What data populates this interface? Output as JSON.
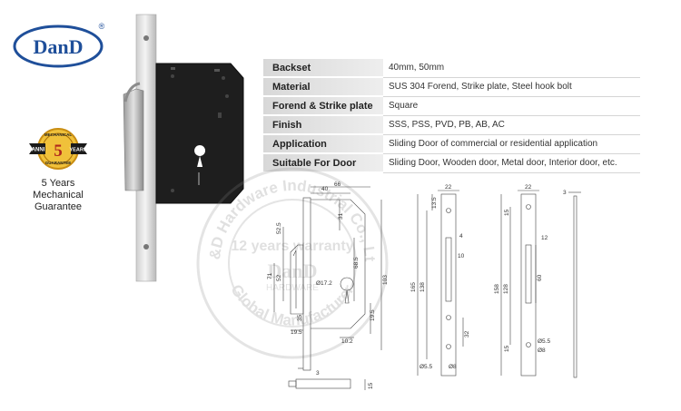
{
  "brand": {
    "logo_text": "DanD",
    "registered_mark": "®"
  },
  "badge": {
    "ribbon_left": "ANNI",
    "number": "5",
    "ribbon_right": "YEARS",
    "top_text": "MECHANICAL",
    "bottom_text": "GUARANTEE"
  },
  "guarantee": {
    "line1": "5 Years",
    "line2": "Mechanical",
    "line3": "Guarantee"
  },
  "specs": [
    {
      "label": "Backset",
      "value": "40mm, 50mm"
    },
    {
      "label": "Material",
      "value": "SUS 304 Forend, Strike plate, Steel hook bolt"
    },
    {
      "label": "Forend & Strike plate",
      "value": "Square"
    },
    {
      "label": "Finish",
      "value": "SSS, PSS, PVD, PB, AB, AC"
    },
    {
      "label": "Application",
      "value": "Sliding Door of commercial or residential application"
    },
    {
      "label": "Suitable For Door",
      "value": "Sliding Door, Wooden door, Metal door,  Interior door,  etc."
    }
  ],
  "watermark": {
    "top_arc": "D&D Hardware Industrial Co., Ltd",
    "middle": "12 years warranty",
    "logo": "DanD",
    "hardware": "HARDWARE",
    "bottom_arc": "Global Manufacturer"
  },
  "dims": {
    "d66": "66",
    "d40": "40",
    "d31": "31",
    "d52_5": "52.5",
    "d71": "71",
    "d52": "52",
    "d68_5": "68.5",
    "d103": "103",
    "d17_2": "Ø17.2",
    "d19_5a": "19.5",
    "d19_5b": "19.5",
    "d35": "35",
    "d10_2": "10.2",
    "d3a": "3",
    "d15a": "15",
    "d22a": "22",
    "d13_5": "13.5",
    "d4": "4",
    "d10": "10",
    "d165": "165",
    "d138": "138",
    "d32": "32",
    "d5_5a": "Ø5.5",
    "d8a": "Ø8",
    "d22b": "22",
    "d15b": "15",
    "d12": "12",
    "d158": "158",
    "d128": "128",
    "d60": "60",
    "d15c": "15",
    "d5_5b": "Ø5.5",
    "d8b": "Ø8",
    "d3b": "3"
  }
}
